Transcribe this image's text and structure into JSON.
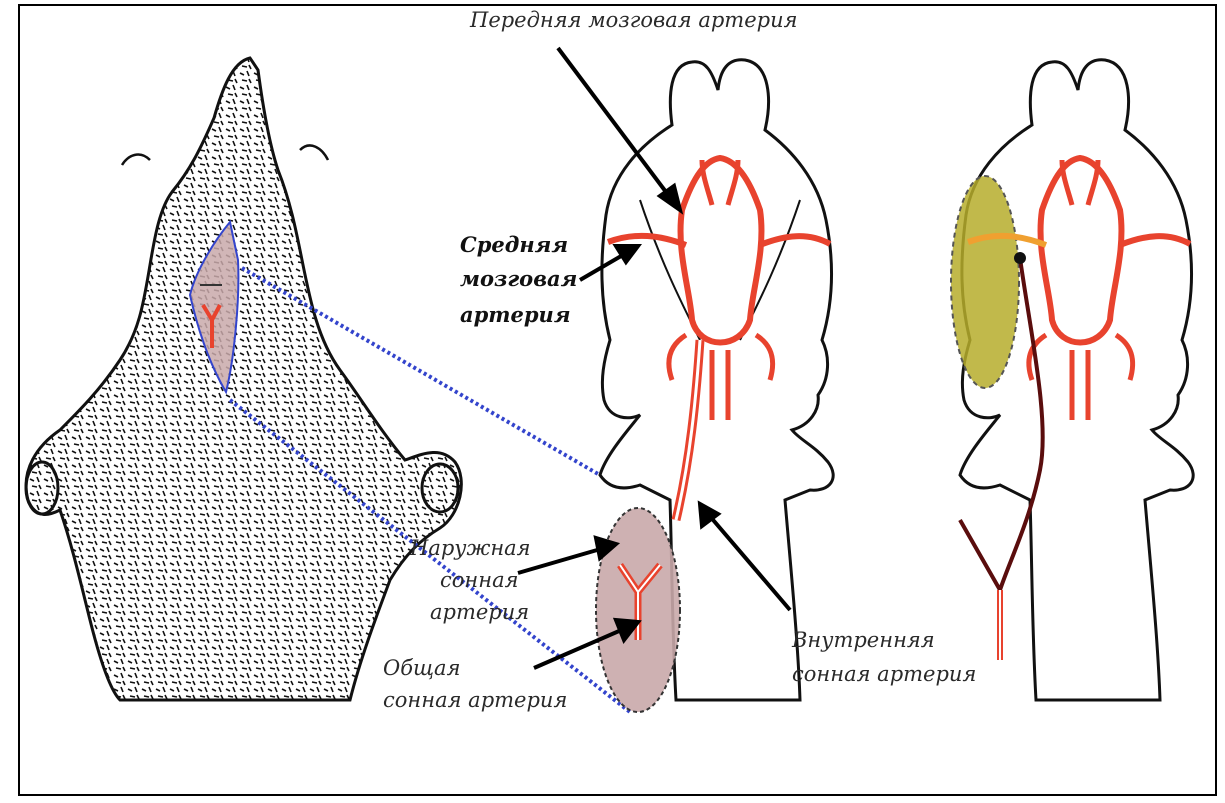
{
  "labels": {
    "anterior": "Передняя мозговая артерия",
    "middle_line1": "Средняя",
    "middle_line2": "мозговая",
    "middle_line3": "артерия",
    "external_line1": "Наружная",
    "external_line2": "сонная",
    "external_line3": "артерия",
    "common_line1": "Общая",
    "common_line2": "сонная артерия",
    "internal_line1": "Внутренняя",
    "internal_line2": "сонная артерия"
  },
  "colors": {
    "artery": "#e8432e",
    "artery_dark": "#5a0d0d",
    "highlight_region": "#c9a9aa",
    "infarct_zone": "#b6ad2c",
    "guide_line": "#3344cc"
  }
}
